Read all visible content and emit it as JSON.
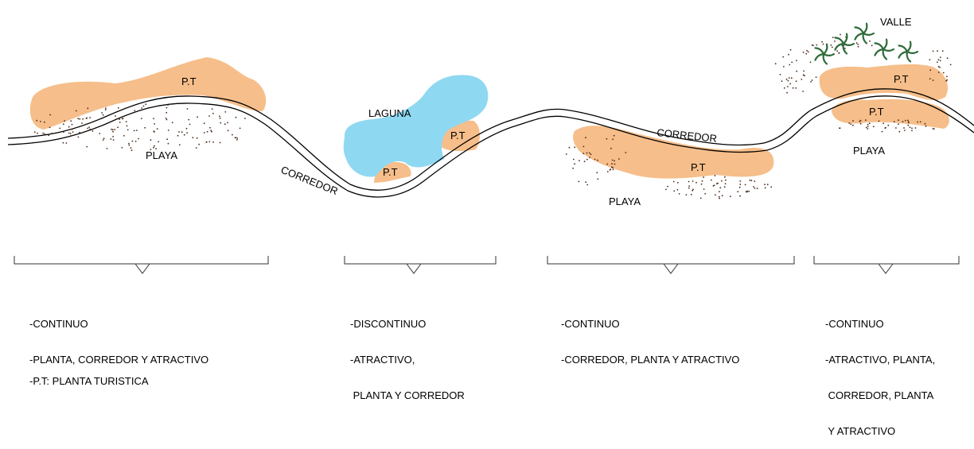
{
  "labels": {
    "playa": "PLAYA",
    "pt": "P.T",
    "corredor": "CORREDOR",
    "laguna": "LAGUNA",
    "valle": "VALLE"
  },
  "segments": [
    {
      "lines": [
        "-CONTINUO",
        "-PLANTA, CORREDOR Y ATRACTIVO"
      ]
    },
    {
      "lines": [
        "-DISCONTINUO",
        "-ATRACTIVO,",
        " PLANTA Y CORREDOR"
      ]
    },
    {
      "lines": [
        "-CONTINUO",
        "-CORREDOR, PLANTA Y ATRACTIVO"
      ]
    },
    {
      "lines": [
        "-CONTINUO",
        "-ATRACTIVO, PLANTA,",
        " CORREDOR, PLANTA",
        " Y ATRACTIVO"
      ]
    }
  ],
  "legend": "-P.T: PLANTA TURISTICA",
  "colors": {
    "planta": "#F6BE8A",
    "laguna": "#8FD8F2",
    "corridor_line": "#000000",
    "sand_dots": "#4a2a1a",
    "vegetation": "#2f6b3a"
  }
}
